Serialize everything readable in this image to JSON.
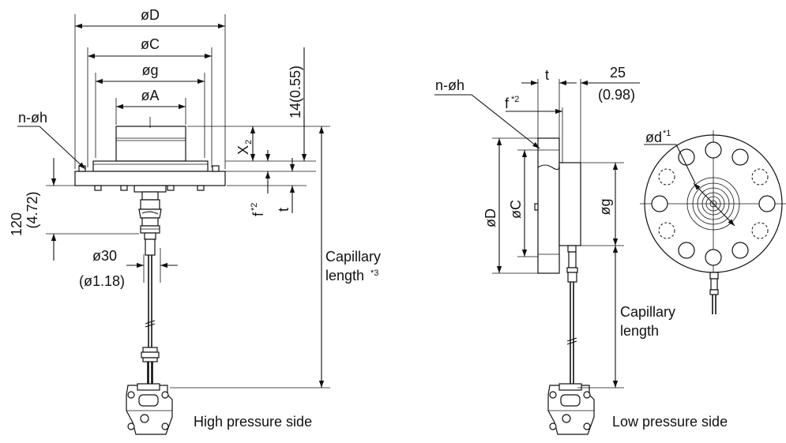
{
  "high_side": {
    "dims": {
      "d_D": "øD",
      "d_C": "øC",
      "d_g": "øg",
      "d_A": "øA",
      "nh": "n-øh",
      "h14": "14(0.55)",
      "x2_main": "X",
      "x2_sub": "2",
      "f_main": "f",
      "f_sup": "*2",
      "t": "t",
      "len120": "120",
      "len120_in": "(4.72)",
      "d30": "ø30",
      "d30_in": "(ø1.18)"
    },
    "capillary_line1": "Capillary",
    "capillary_line2": "length",
    "capillary_sup": "*3",
    "caption": "High pressure side"
  },
  "low_side": {
    "dims": {
      "nh": "n-øh",
      "t": "t",
      "len25": "25",
      "len25_in": "(0.98)",
      "f_main": "f",
      "f_sup": "*2",
      "d_D": "øD",
      "d_C": "øC",
      "d_g": "øg",
      "d_d": "ød",
      "d_d_sup": "*1"
    },
    "capillary_line1": "Capillary",
    "capillary_line2": "length",
    "caption": "Low pressure side"
  }
}
